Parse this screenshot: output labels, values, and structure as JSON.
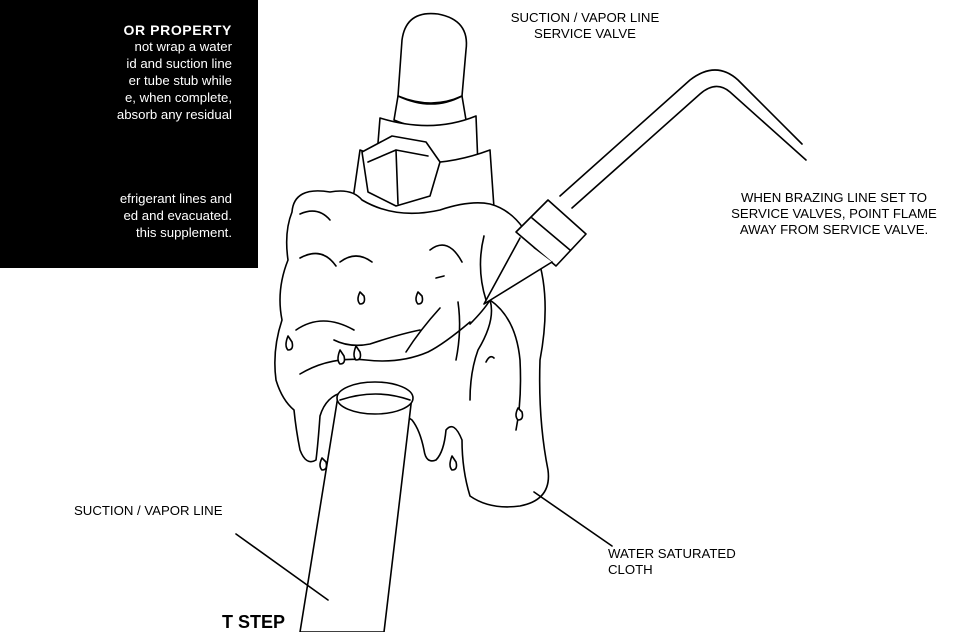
{
  "warning": {
    "lines": [
      "OR  PROPERTY",
      "not wrap a water",
      "id and suction line",
      "er tube stub while",
      "e, when complete,",
      "absorb any residual",
      "",
      "efrigerant lines and",
      "ed and evacuated.",
      "this supplement."
    ]
  },
  "labels": {
    "service_valve": [
      "SUCTION / VAPOR LINE",
      "SERVICE VALVE"
    ],
    "brazing_note": [
      "WHEN BRAZING LINE SET TO",
      "SERVICE VALVES, POINT FLAME",
      "AWAY FROM SERVICE VALVE."
    ],
    "vapor_line": "SUCTION / VAPOR LINE",
    "cloth": [
      "WATER SATURATED",
      "CLOTH"
    ]
  },
  "heading": "T STEP"
}
